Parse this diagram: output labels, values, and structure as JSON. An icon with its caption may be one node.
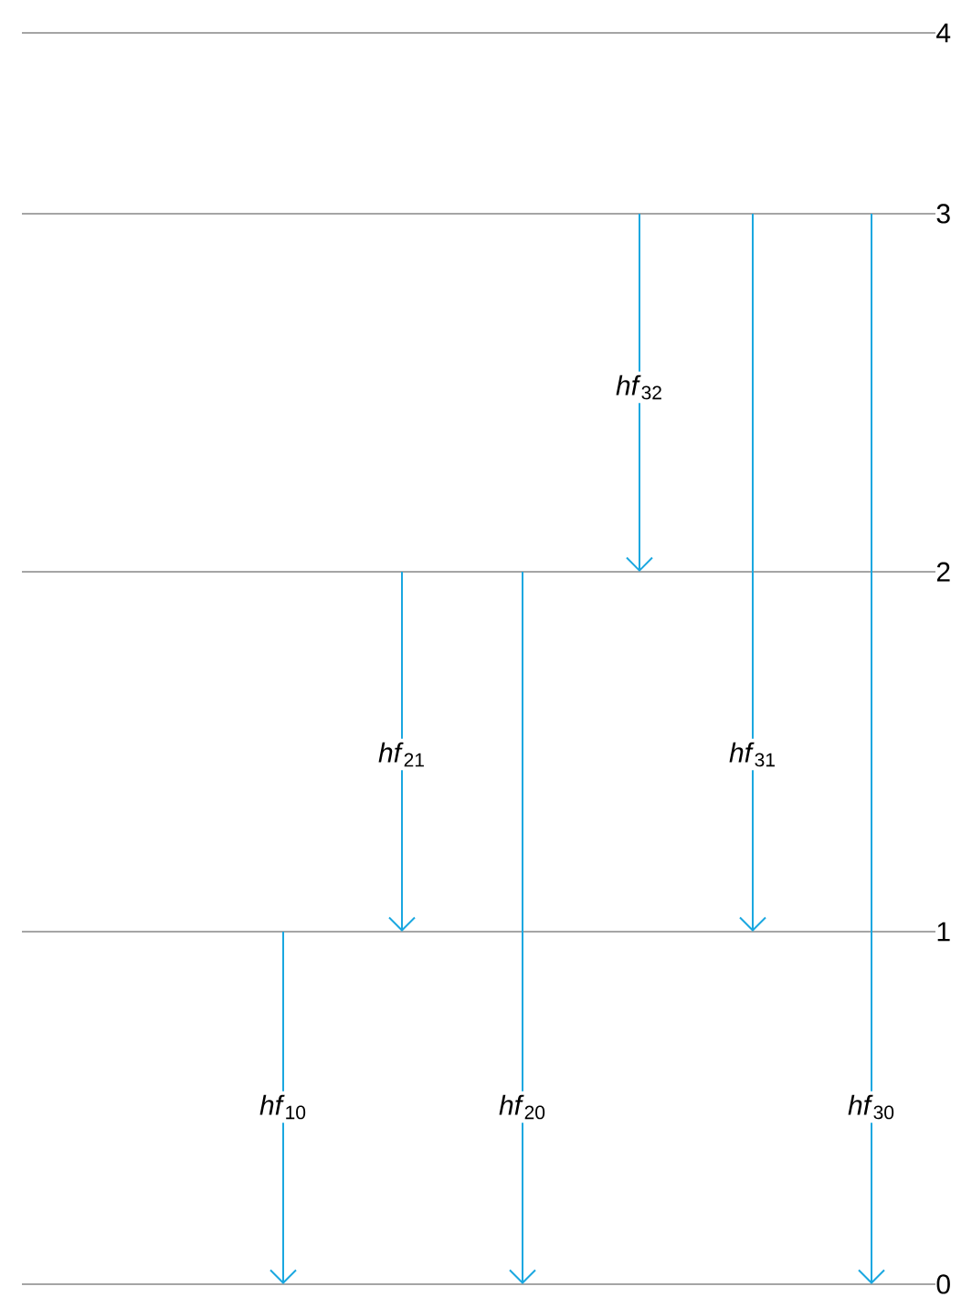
{
  "diagram": {
    "nodes": [
      {
        "text": [
          "4"
        ]
      },
      {
        "text": [
          "3"
        ]
      },
      {
        "text": [
          "2"
        ]
      },
      {
        "text": [
          "1"
        ]
      },
      {
        "text": [
          "0"
        ]
      }
    ],
    "edges": [
      {
        "from": 1,
        "to": 2,
        "arrow": "to",
        "label": "*hf*$_{32}$"
      },
      {
        "from": 1,
        "to": 3,
        "arrow": "to",
        "label": "*hf*$_{31}$"
      },
      {
        "from": 1,
        "to": 4,
        "arrow": "to",
        "label": "*hf*$_{30}$"
      },
      {
        "from": 2,
        "to": 3,
        "arrow": "to",
        "label": "*hf*$_{21}$"
      },
      {
        "from": 2,
        "to": 4,
        "arrow": "to",
        "label": "*hf*$_{20}$"
      },
      {
        "from": 3,
        "to": 4,
        "arrow": "to",
        "label": "*hf*$_{10}$"
      }
    ]
  }
}
